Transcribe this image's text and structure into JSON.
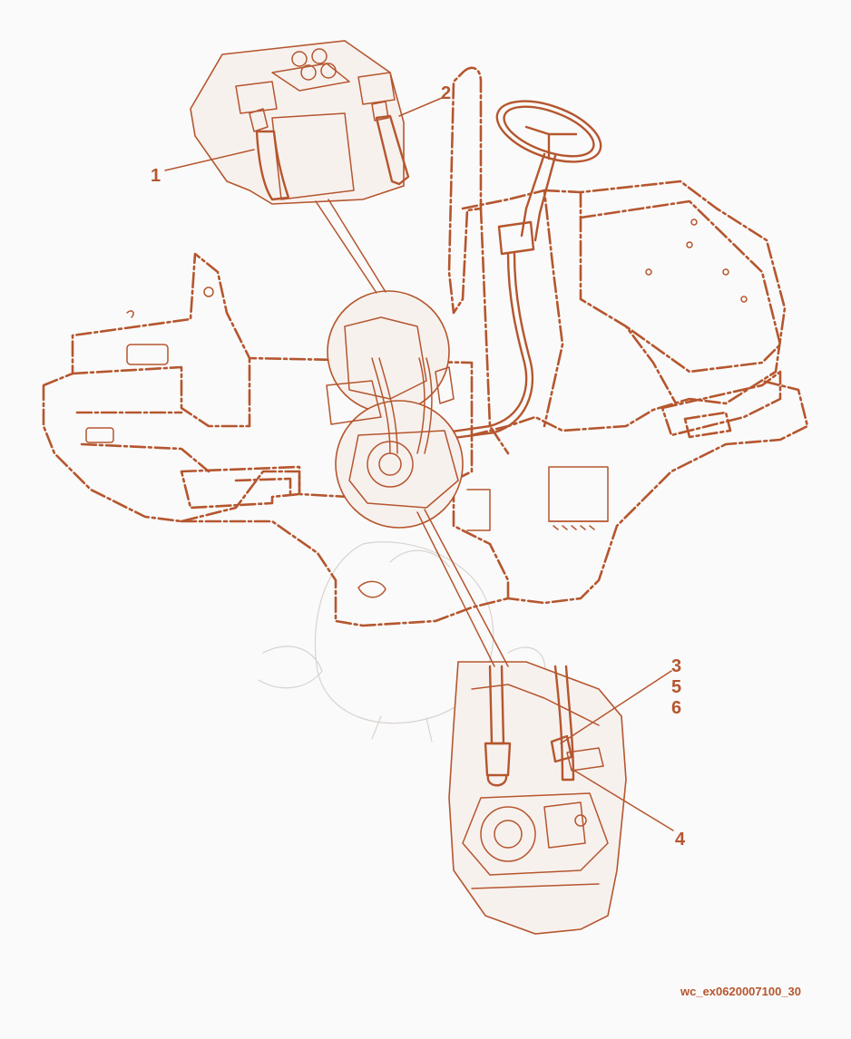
{
  "colors": {
    "line": "#b5562e",
    "ghost": "#d9d3cf",
    "fill_inset": "#f7f1ee",
    "background": "#fafafa"
  },
  "callouts": [
    {
      "id": "1",
      "label": "1"
    },
    {
      "id": "2",
      "label": "2"
    },
    {
      "id": "3",
      "label": "3"
    },
    {
      "id": "5",
      "label": "5"
    },
    {
      "id": "6",
      "label": "6"
    },
    {
      "id": "4",
      "label": "4"
    }
  ],
  "figure_code": "wc_ex0620007100_30"
}
